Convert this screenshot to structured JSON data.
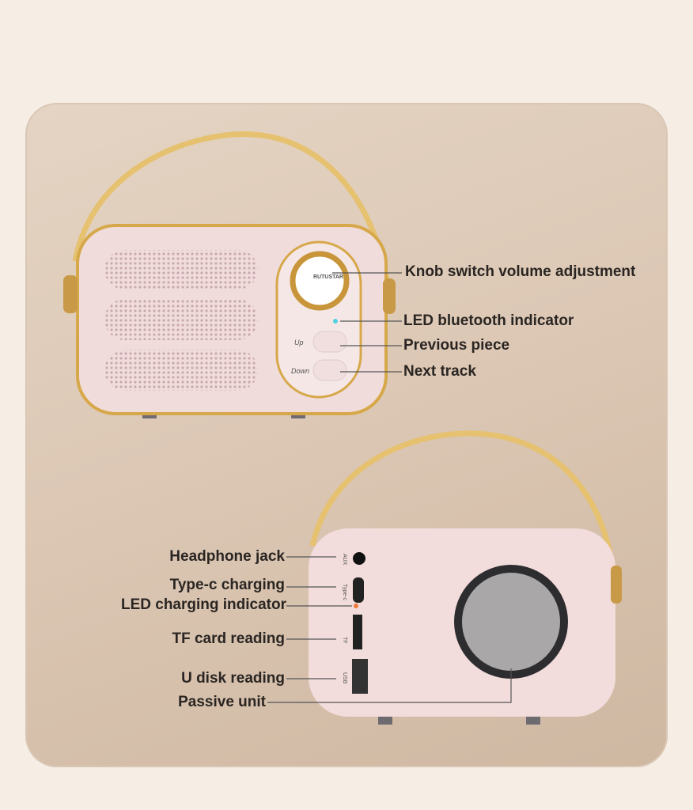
{
  "front": {
    "brand": "RUTUSTAR",
    "up_label": "Up",
    "down_label": "Down",
    "callouts": [
      "Knob switch volume adjustment",
      "LED bluetooth indicator",
      "Previous piece",
      "Next track"
    ]
  },
  "back": {
    "port_labels": [
      "AUX",
      "Type-c",
      "TF",
      "USB"
    ],
    "callouts": [
      "Headphone jack",
      "Type-c charging",
      "LED charging indicator",
      "TF card reading",
      "U disk reading",
      "Passive unit"
    ]
  },
  "colors": {
    "body": "#f1dcdc",
    "gold": "#d6a84a",
    "handle": "#e6c170",
    "led_blue": "#4fd3e0",
    "led_orange": "#f07a3a"
  }
}
